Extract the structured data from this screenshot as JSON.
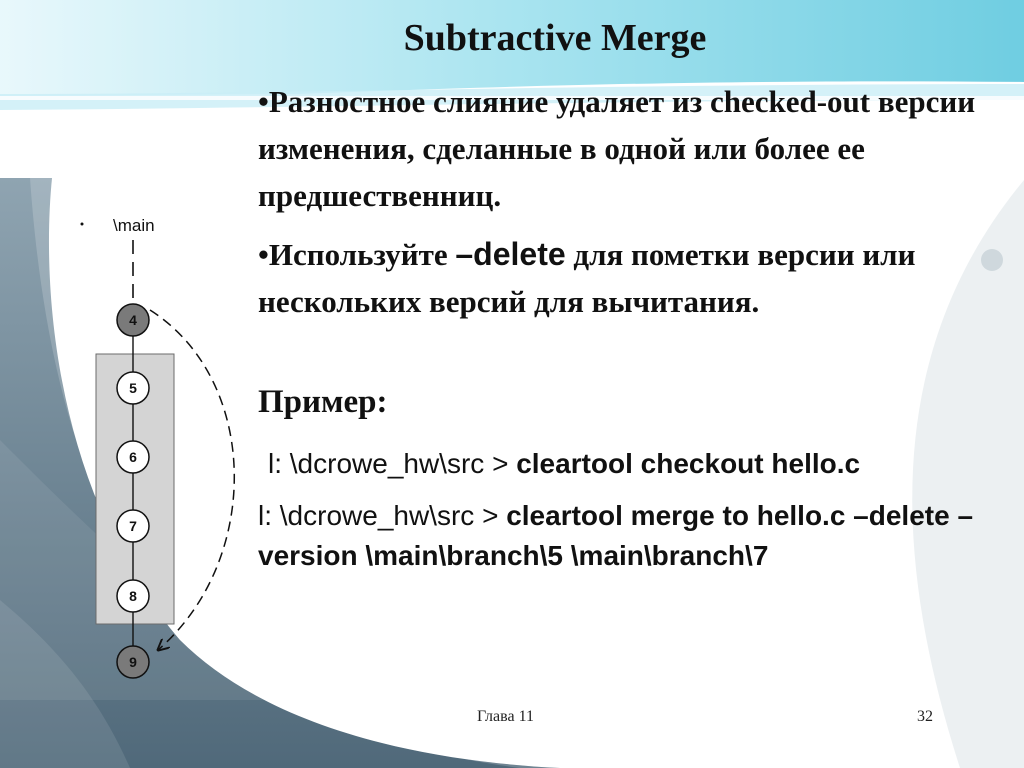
{
  "title": "Subtractive Merge",
  "bullets": [
    {
      "marker": "•",
      "text": "Разностное слияние удаляет из checked-out версии изменения, сделанные в одной или более ее предшественниц."
    },
    {
      "marker": "•",
      "before": "Используйте ",
      "option": "–delete",
      "after": " для пометки версии или нескольких версий для вычитания."
    }
  ],
  "example_label": "Пример:",
  "commands": [
    {
      "prompt": "l: \\dcrowe_hw\\src > ",
      "command": "cleartool checkout hello.c"
    },
    {
      "prompt": "l: \\dcrowe_hw\\src > ",
      "command": "cleartool merge to hello.c –delete –version \\main\\branch\\5 \\main\\branch\\7"
    }
  ],
  "diagram": {
    "branch_label": "\\main",
    "nodes": [
      "4",
      "5",
      "6",
      "7",
      "8",
      "9"
    ]
  },
  "footer": {
    "chapter": "Глава 11",
    "page": "32"
  },
  "colors": {
    "accent": "#7fd6e8",
    "background_swirl": "#6f8a9a",
    "node_dark": "#7a7a7a",
    "box_fill": "#d4d4d4"
  }
}
